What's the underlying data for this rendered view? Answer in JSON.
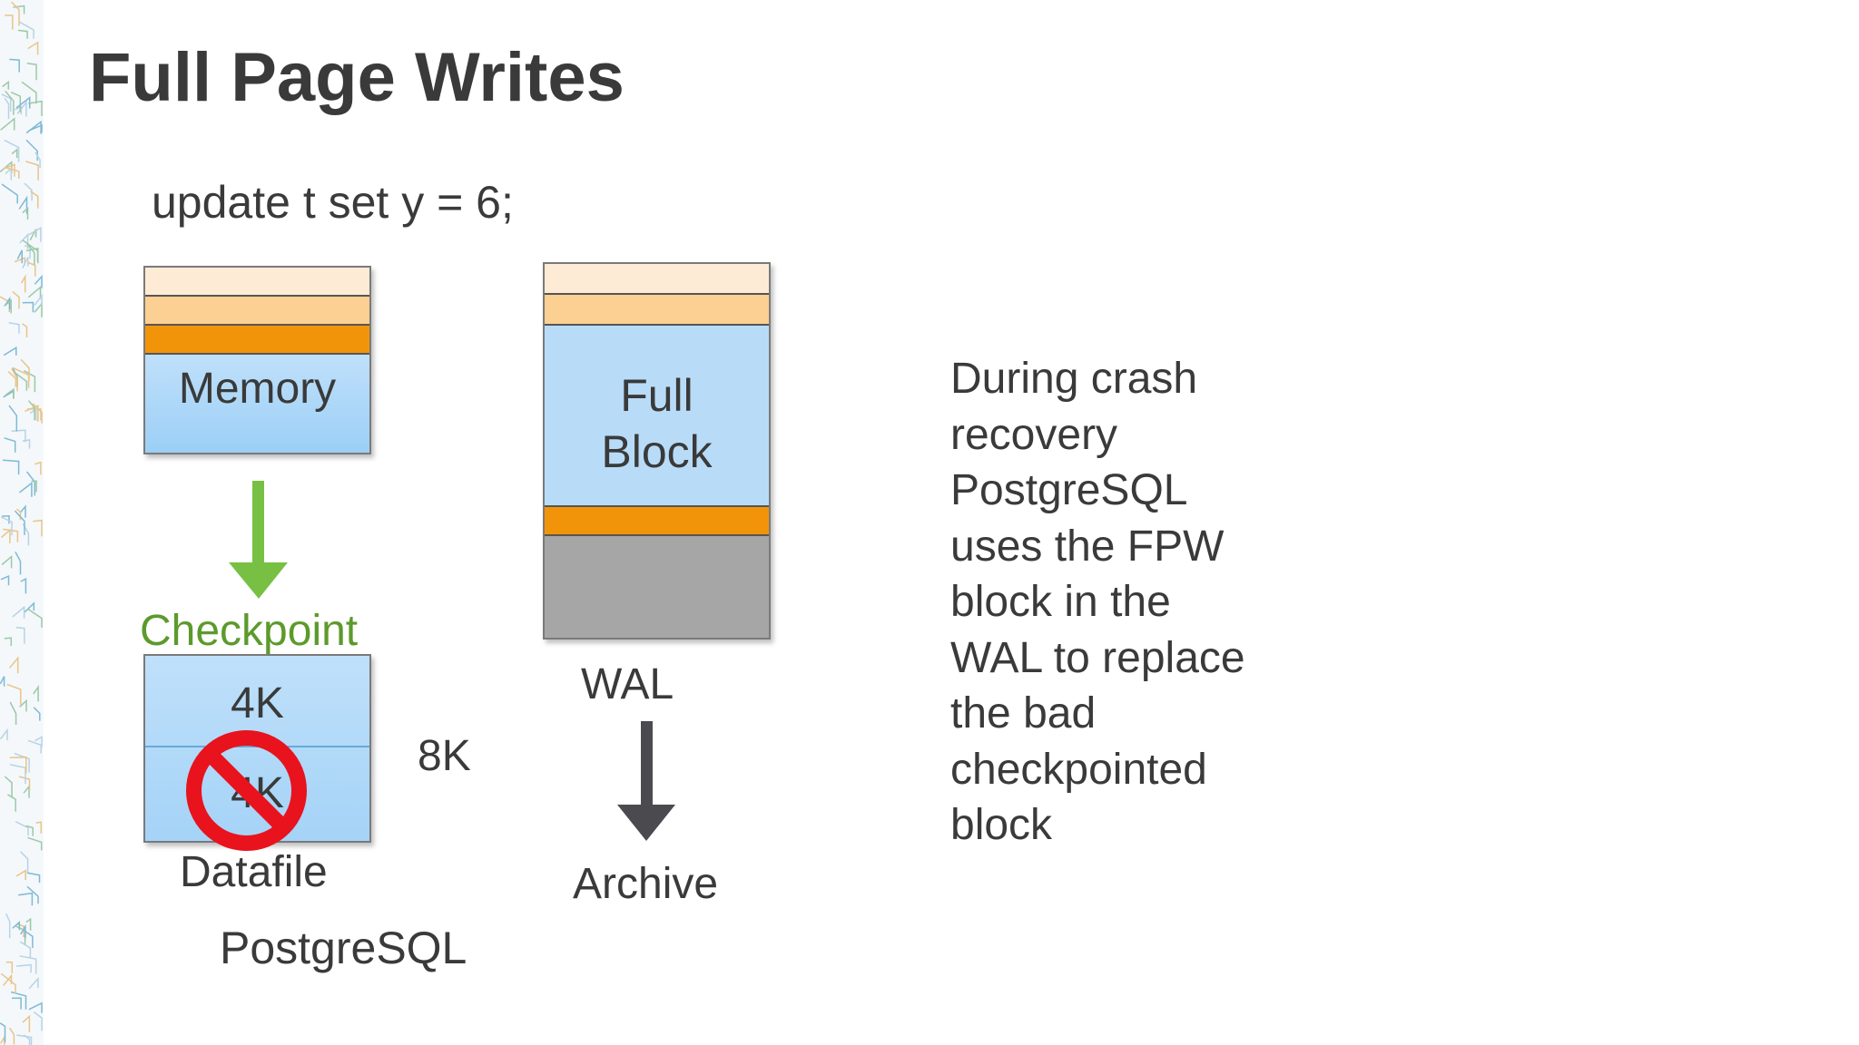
{
  "slide": {
    "title": "Full Page Writes",
    "sql": "update t set y = 6;"
  },
  "memory": {
    "label": "Memory"
  },
  "checkpoint": {
    "label": "Checkpoint"
  },
  "datafile": {
    "top_half": "4K",
    "bottom_half": "4K",
    "label": "Datafile",
    "size": "8K"
  },
  "postgres": {
    "label": "PostgreSQL"
  },
  "wal": {
    "block_label": [
      "Full",
      "Block"
    ],
    "label": "WAL"
  },
  "archive": {
    "label": "Archive"
  },
  "notes": {
    "lines": [
      "During crash",
      "recovery",
      "PostgreSQL",
      "uses the FPW",
      "block in the",
      "WAL to replace",
      "the bad",
      "checkpointed",
      "block"
    ]
  },
  "colors": {
    "text": "#3a3a3a",
    "title": "#3a3a3a",
    "checkpoint": "#5c9a2c",
    "arrow_green": "#77c043",
    "arrow_dark": "#4b4b4f",
    "orange": "#f2940a",
    "peach": "#fccf92",
    "cream": "#fdebd6",
    "blue": "#b8dcf8",
    "gray": "#a6a6a6",
    "no_sign": "#e8131d"
  },
  "icons": {
    "checkpoint_arrow": "arrow-down-icon",
    "archive_arrow": "arrow-down-icon",
    "corrupt": "no-entry-icon"
  }
}
